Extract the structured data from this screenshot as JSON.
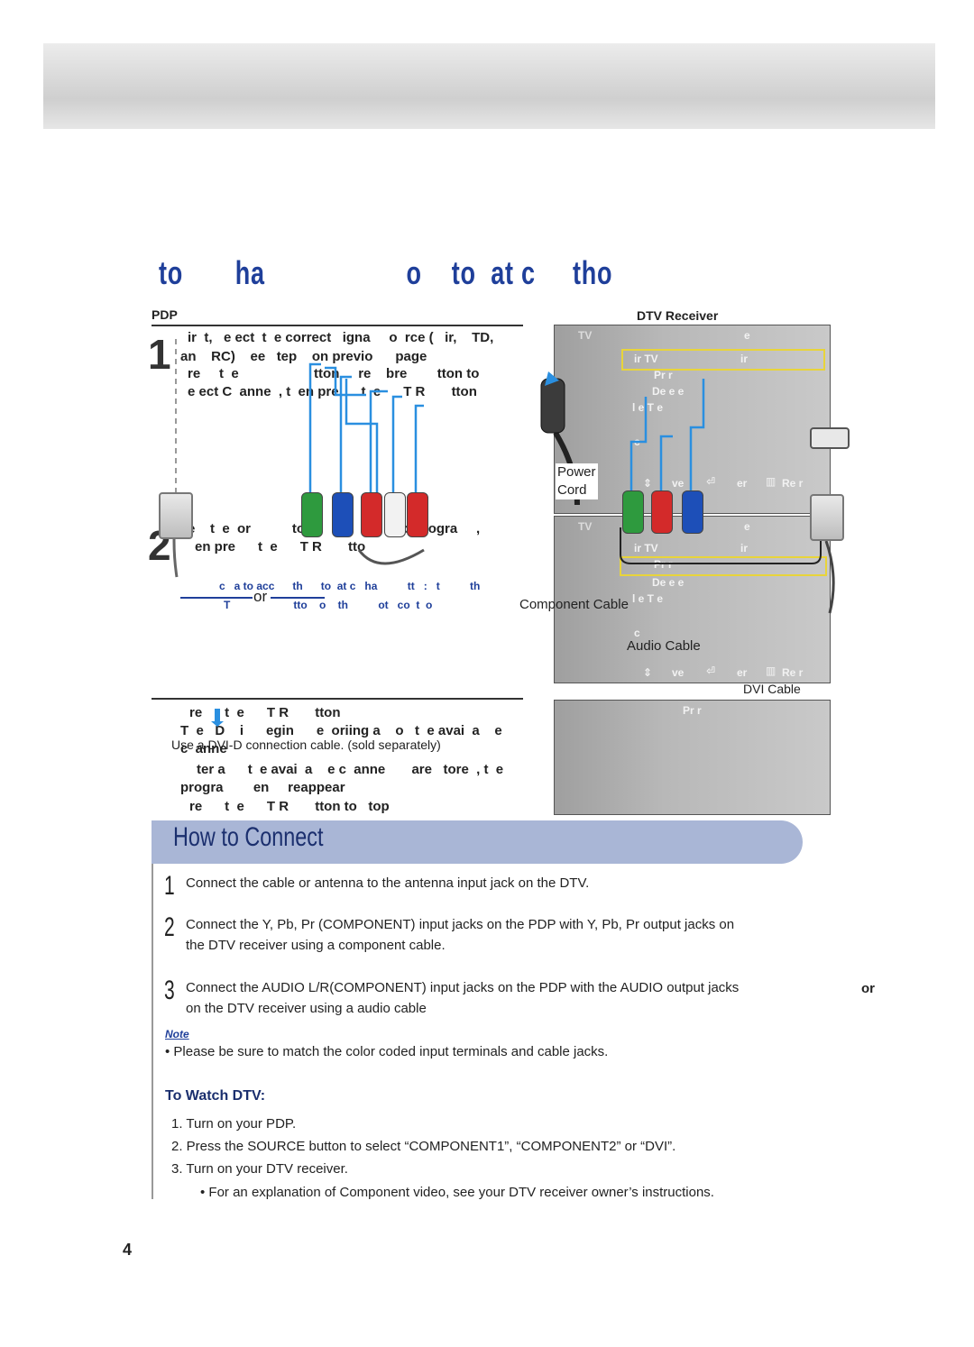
{
  "header": {
    "ghost_title": "to       ha                   o    to  at c     tho"
  },
  "labels": {
    "pdp": "PDP",
    "dtv_receiver": "DTV Receiver",
    "power": "Power",
    "cord": "Cord",
    "or": "or",
    "component_cable": "Component Cable",
    "audio_cable": "Audio Cable",
    "dvi_cable": "DVI Cable",
    "dvi_note": "Use a DVI-D connection cable. (sold separately)",
    "or_right": "or"
  },
  "ghost_steps": {
    "step1_num": "1",
    "step1_l1": "ir  t,   e ect  t  e correct   igna     o  rce (   ir,    TD,",
    "step1_l2": "an    RC)    ee   tep    on previo      page",
    "step1_l3": "re     t  e                    tton     re    bre        tton to",
    "step1_l4": "e ect C  anne  , t  en pre      t  e      T R       tton",
    "step2_num": "2",
    "step2_l1": "e    t  e  or           to          c             to   rogra     ,",
    "step2_l2": "en pre      t  e      T R       tto",
    "step2_blue1": "c   a to acc      th      to  at c   ha          tt   :   t          th",
    "step2_blue2": "T                     tto    o    th          ot   co  t  o",
    "step3_l1": "re      t  e      T R       tton",
    "step3_l2": "T  e   D    i      egin      e  oriing a    o   t  e avai  a    e",
    "step3_l3": "c  anne",
    "step3_l4": "ter a      t  e avai  a    e c  anne       are   tore  , t  e",
    "step3_l5": "progra        en     reappear",
    "step3_l6": "re      t  e      T R       tton to   top"
  },
  "menu_top": {
    "tv": "TV",
    "e": "e",
    "row1a": "ir     TV",
    "row1b": "ir",
    "row2": "Pr   r",
    "row3": "De e e",
    "row4": "l  e T    e",
    "row5": "c",
    "move": "ve",
    "enter": "er",
    "return": "Re    r"
  },
  "menu_mid": {
    "tv": "TV",
    "e": "e",
    "row1a": "ir     TV",
    "row1b": "ir",
    "row2": "Pr   r",
    "row3": "De e e",
    "row4": "l  e T    e",
    "row5": "c",
    "move": "ve",
    "enter": "er",
    "return": "Re    r"
  },
  "menu_bottom": {
    "row": "Pr   r"
  },
  "how_to_connect": {
    "title": "How to Connect",
    "steps": [
      {
        "num": "1",
        "text": "Connect the cable or antenna to the antenna input jack on the DTV."
      },
      {
        "num": "2",
        "line1": "Connect the Y, Pb, Pr (COMPONENT) input jacks on the PDP with Y, Pb, Pr output jacks on",
        "line2": "the DTV receiver using a component cable."
      },
      {
        "num": "3",
        "line1": "Connect the AUDIO L/R(COMPONENT) input jacks on the PDP with the AUDIO output jacks",
        "line2": "on the DTV receiver using a audio cable"
      }
    ],
    "note_label": "Note",
    "note_text": "•  Please be sure to match the color coded input terminals and cable jacks."
  },
  "to_watch": {
    "heading": "To Watch DTV:",
    "items": [
      "1.   Turn on your PDP.",
      "2.   Press the SOURCE button to select “COMPONENT1”, “COMPONENT2” or “DVI”.",
      "3.   Turn on your DTV receiver."
    ],
    "sub_note": "• For an explanation of Component video, see your DTV receiver owner’s instructions."
  },
  "page_number": "4",
  "colors": {
    "accent_blue": "#1f3f9a",
    "banner": "#a9b6d6",
    "plug_green": "#2e9a3e",
    "plug_blue": "#1d4fb8",
    "plug_red": "#d32a2a",
    "plug_white": "#f2f2f2",
    "cable_blue": "#2a8fe0",
    "highlight_yellow": "#e8d43a"
  }
}
